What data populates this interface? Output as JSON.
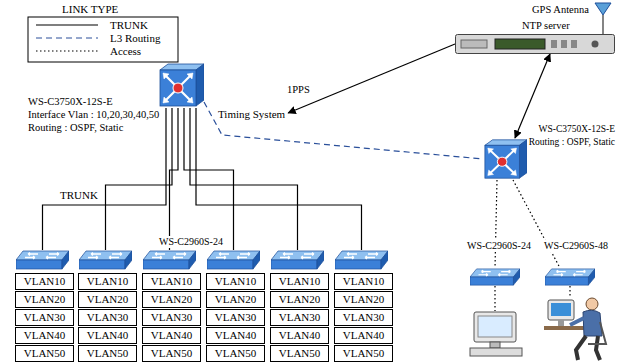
{
  "diagram": {
    "nodes": [
      {
        "text": [
          "WS-C3750X-12S-E",
          "Interface Vlan : 10,20,30,40,50",
          "Routing : OSPF, Static"
        ]
      },
      {
        "text": [
          "WS-C3750X-12S-E",
          "Routing : OSPF, Static"
        ]
      },
      {
        "text": [
          "NTP server"
        ]
      },
      {
        "text": [
          "Timing System"
        ]
      },
      {
        "text": []
      },
      {
        "text": []
      },
      {
        "text": [
          "WS-C2960S-24"
        ]
      },
      {
        "text": []
      },
      {
        "text": []
      },
      {
        "text": []
      },
      {
        "text": [
          "WS-C2960S-24"
        ]
      },
      {
        "text": [
          "WS-C2960S-48"
        ]
      },
      {
        "text": [
          "VLAN10"
        ]
      },
      {
        "text": [
          "VLAN10"
        ]
      },
      {
        "text": [
          "VLAN10"
        ]
      },
      {
        "text": [
          "VLAN10"
        ]
      },
      {
        "text": [
          "VLAN10"
        ]
      },
      {
        "text": [
          "VLAN10"
        ]
      },
      {
        "text": [
          "VLAN20"
        ]
      },
      {
        "text": [
          "VLAN20"
        ]
      },
      {
        "text": [
          "VLAN20"
        ]
      },
      {
        "text": [
          "VLAN20"
        ]
      },
      {
        "text": [
          "VLAN20"
        ]
      },
      {
        "text": [
          "VLAN20"
        ]
      },
      {
        "text": [
          "VLAN30"
        ]
      },
      {
        "text": [
          "VLAN30"
        ]
      },
      {
        "text": [
          "VLAN30"
        ]
      },
      {
        "text": [
          "VLAN30"
        ]
      },
      {
        "text": [
          "VLAN30"
        ]
      },
      {
        "text": [
          "VLAN30"
        ]
      },
      {
        "text": [
          "VLAN40"
        ]
      },
      {
        "text": [
          "VLAN40"
        ]
      },
      {
        "text": [
          "VLAN40"
        ]
      },
      {
        "text": [
          "VLAN40"
        ]
      },
      {
        "text": [
          "VLAN40"
        ]
      },
      {
        "text": [
          "VLAN40"
        ]
      },
      {
        "text": [
          "VLAN50"
        ]
      },
      {
        "text": [
          "VLAN50"
        ]
      },
      {
        "text": [
          "VLAN50"
        ]
      },
      {
        "text": [
          "VLAN50"
        ]
      },
      {
        "text": [
          "VLAN50"
        ]
      },
      {
        "text": [
          "VLAN50"
        ]
      }
    ],
    "edges": [
      {
        "from": 0,
        "to": 4,
        "arrow": "none"
      },
      {
        "from": 0,
        "to": 5,
        "arrow": "none"
      },
      {
        "from": 0,
        "to": 6,
        "arrow": "none"
      },
      {
        "from": 0,
        "to": 7,
        "arrow": "none"
      },
      {
        "from": 0,
        "to": 8,
        "arrow": "none"
      },
      {
        "from": 0,
        "to": 9,
        "arrow": "none"
      },
      {
        "from": 0,
        "to": 1,
        "arrow": "none"
      },
      {
        "from": 2,
        "to": 1,
        "arrow": "both"
      },
      {
        "from": 2,
        "to": 3,
        "label": "1PPS",
        "arrow": "to"
      },
      {
        "from": 1,
        "to": 10,
        "arrow": "none"
      },
      {
        "from": 1,
        "to": 11,
        "arrow": "none"
      }
    ],
    "labels": [
      "LINK TYPE",
      "TRUNK",
      "GPS Antenna"
    ],
    "legend": [
      {
        "text": "TRUNK"
      },
      {
        "text": "L3 Routing"
      },
      {
        "text": "Access"
      }
    ]
  }
}
